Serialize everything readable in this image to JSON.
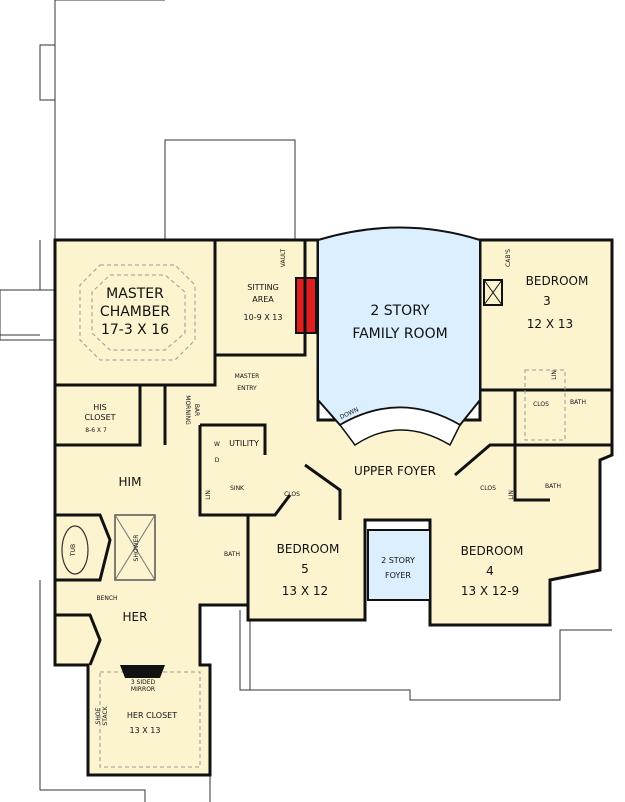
{
  "plan": {
    "colors": {
      "floor": "#fcf4cf",
      "open_to_below": "#dcefff",
      "fireplace": "#e02020",
      "walls": "#111111"
    },
    "rooms": {
      "master": [
        "MASTER",
        "CHAMBER",
        "17-3 X 16"
      ],
      "sitting": [
        "SITTING",
        "AREA",
        "10-9 X 13"
      ],
      "vault": "VAULT",
      "family": [
        "2 STORY",
        "FAMILY ROOM"
      ],
      "bedroom3": [
        "BEDROOM",
        "3",
        "12 X 13"
      ],
      "cabs": "CAB'S",
      "master_entry": [
        "MASTER",
        "ENTRY"
      ],
      "his_closet": [
        "HIS",
        "CLOSET",
        "8-6 X 7"
      ],
      "morning_bar": [
        "MORNING",
        "BAR"
      ],
      "utility": "UTILITY",
      "w": "W",
      "d": "D",
      "sink": "SINK",
      "lin": "LIN",
      "clos": "CLOS",
      "down": "DOWN",
      "upper_foyer": "UPPER FOYER",
      "him": "HIM",
      "tub": "TUB",
      "shower": "SHOWER",
      "bench": "BENCH",
      "her": "HER",
      "bath": "BATH",
      "bedroom5": [
        "BEDROOM",
        "5",
        "13 X 12"
      ],
      "foyer": [
        "2 STORY",
        "FOYER"
      ],
      "bedroom4": [
        "BEDROOM",
        "4",
        "13 X 12-9"
      ],
      "mirror": [
        "3 SIDED",
        "MIRROR"
      ],
      "shoe_stack": [
        "SHOE",
        "STACK"
      ],
      "her_closet": [
        "HER CLOSET",
        "13 X 13"
      ]
    }
  }
}
